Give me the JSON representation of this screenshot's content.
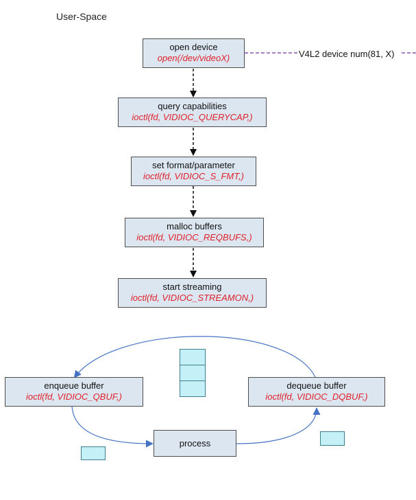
{
  "title": "User-Space",
  "steps": [
    {
      "label": "open device",
      "call": "open(/dev/videoX)"
    },
    {
      "label": "query capabilities",
      "call": "ioctl(fd, VIDIOC_QUERYCAP,)"
    },
    {
      "label": "set format/parameter",
      "call": "ioctl(fd, VIDIOC_S_FMT,)"
    },
    {
      "label": "malloc buffers",
      "call": "ioctl(fd, VIDIOC_REQBUFS,)"
    },
    {
      "label": "start streaming",
      "call": "ioctl(fd, VIDIOC_STREAMON,)"
    }
  ],
  "device_note": "V4L2 device num(81, X)",
  "loop": {
    "enqueue": {
      "label": "enqueue buffer",
      "call": "ioctl(fd, VIDIOC_QBUF,)"
    },
    "dequeue": {
      "label": "dequeue buffer",
      "call": "ioctl(fd, VIDIOC_DQBUF,)"
    },
    "process": "process"
  },
  "colors": {
    "box_fill": "#dce6f1",
    "call_text": "#e0202a",
    "buffer_fill": "#c5f0f7",
    "flow_arrow": "#4472c4",
    "dashed_link": "#7030a0"
  }
}
